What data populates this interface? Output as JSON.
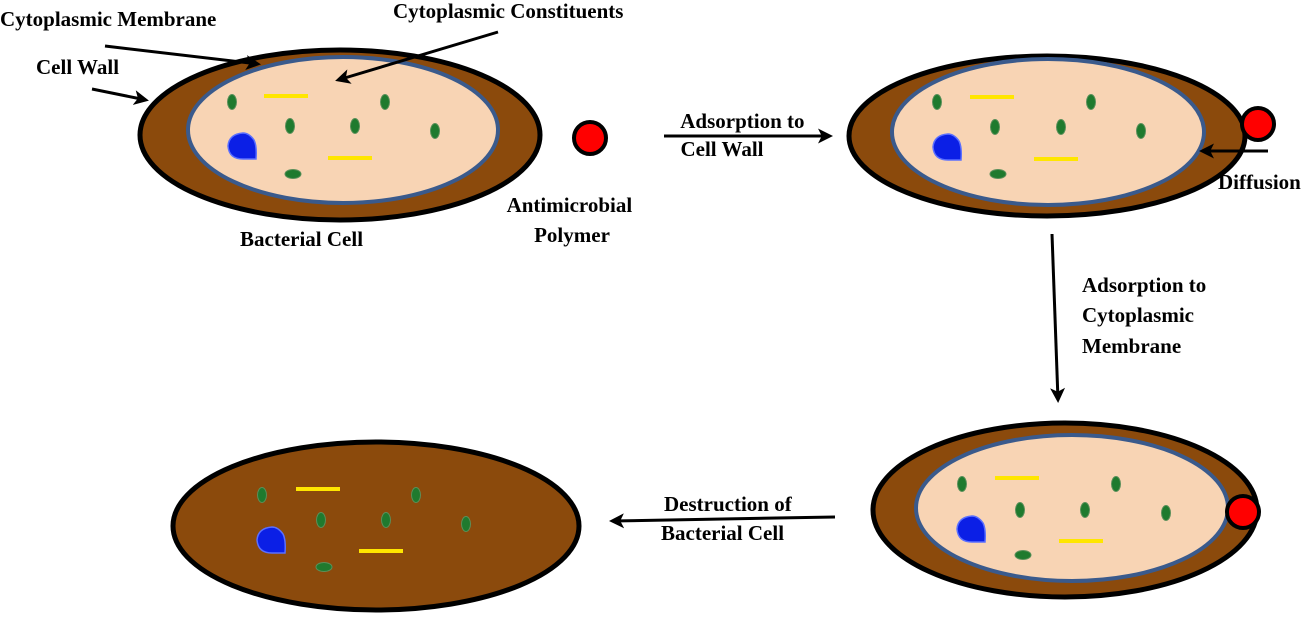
{
  "labels": {
    "cytoplasmic_membrane": "Cytoplasmic Membrane",
    "cytoplasmic_constituents": "Cytoplasmic Constituents",
    "cell_wall": "Cell Wall",
    "bacterial_cell": "Bacterial Cell",
    "antimicrobial_polymer": [
      "Antimicrobial",
      "Polymer"
    ],
    "step_adsorption_wall": [
      "Adsorption to",
      "Cell Wall"
    ],
    "step_diffusion": "Diffusion",
    "step_adsorption_membrane": [
      "Adsorption to",
      "Cytoplasmic",
      "Membrane"
    ],
    "step_destruction": [
      "Destruction of",
      "Bacterial Cell"
    ]
  },
  "colors": {
    "cell_wall": "#8b4a0c",
    "cytoplasm": "#f8d4b4",
    "membrane": "#3a5a8c",
    "outline": "#000000",
    "polymer": "#ff0000",
    "organelle_green": "#1f7a2e",
    "organelle_yellow": "#ffe600",
    "nucleoid_blue": "#0b1fe6"
  }
}
